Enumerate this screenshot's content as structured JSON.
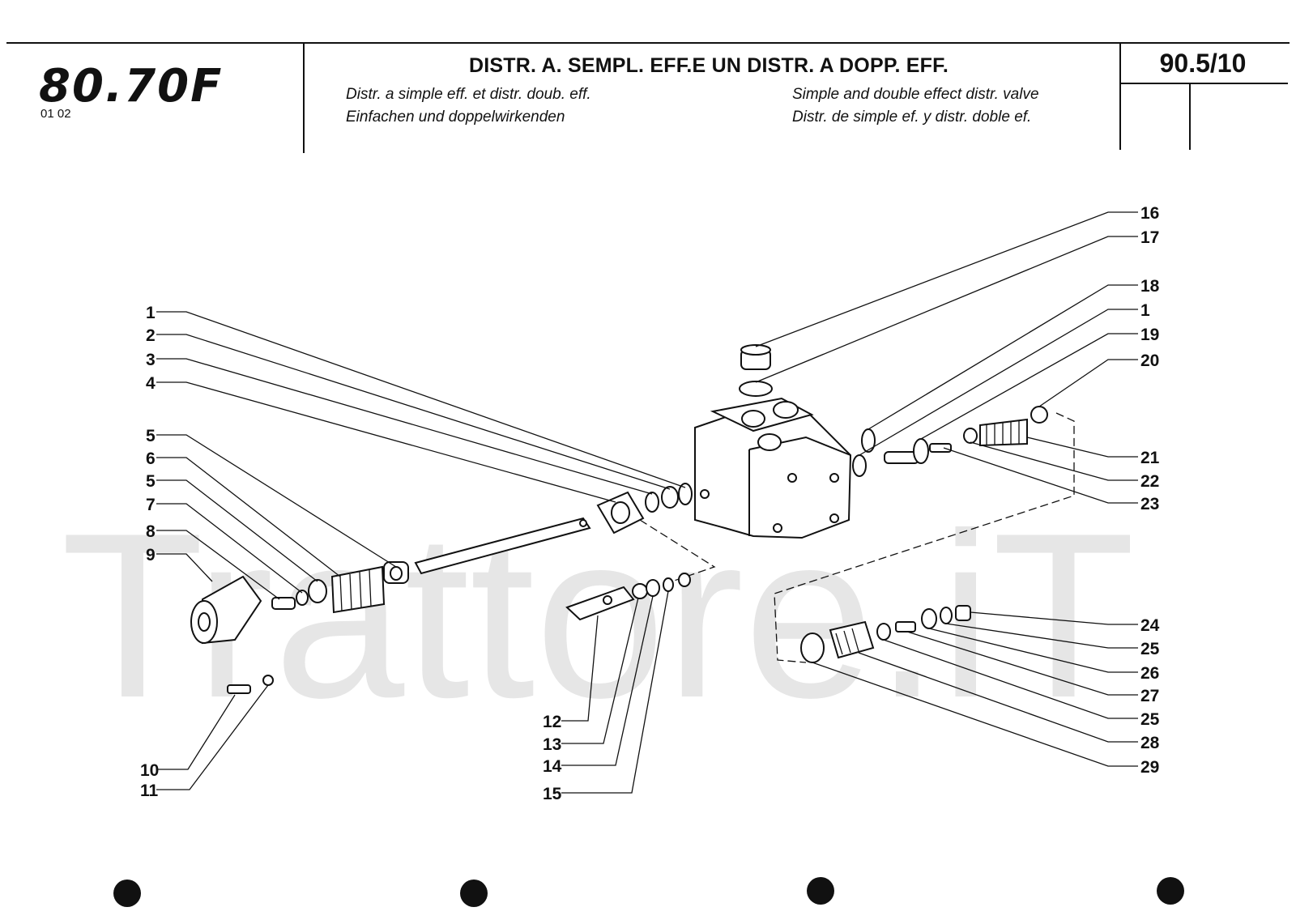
{
  "header": {
    "model": "80.70F",
    "code": "01 02",
    "title": "DISTR. A. SEMPL. EFF.E UN DISTR. A DOPP. EFF.",
    "subtitle_fr": "Distr. a simple eff. et distr. doub. eff.",
    "subtitle_en": "Simple and double effect distr. valve",
    "subtitle_de": "Einfachen und doppelwirkenden",
    "subtitle_es": "Distr. de simple ef. y distr. doble ef.",
    "page_number": "90.5/10"
  },
  "watermark": "Trattore.iT",
  "callouts": [
    "1",
    "2",
    "3",
    "4",
    "5",
    "6",
    "5",
    "7",
    "8",
    "9",
    "10",
    "11",
    "12",
    "13",
    "14",
    "15",
    "16",
    "17",
    "18",
    "1",
    "19",
    "20",
    "21",
    "22",
    "23",
    "24",
    "25",
    "26",
    "27",
    "25",
    "28",
    "29"
  ]
}
